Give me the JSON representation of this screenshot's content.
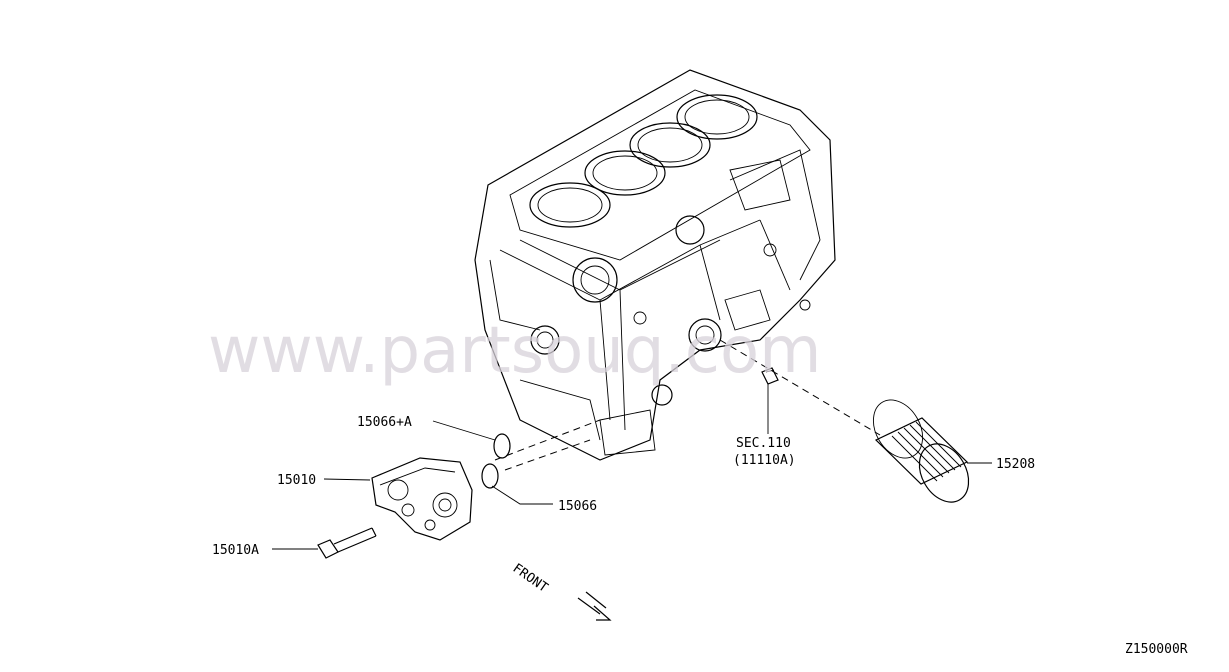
{
  "watermark": "www.partsouq.com",
  "labels": {
    "part_15066_a": "15066+A",
    "part_15010": "15010",
    "part_15010a": "15010A",
    "part_15066": "15066",
    "sec_line1": "SEC.110",
    "sec_line2": "(11110A)",
    "part_15208": "15208",
    "front": "FRONT",
    "drawing_code": "Z150000R"
  }
}
